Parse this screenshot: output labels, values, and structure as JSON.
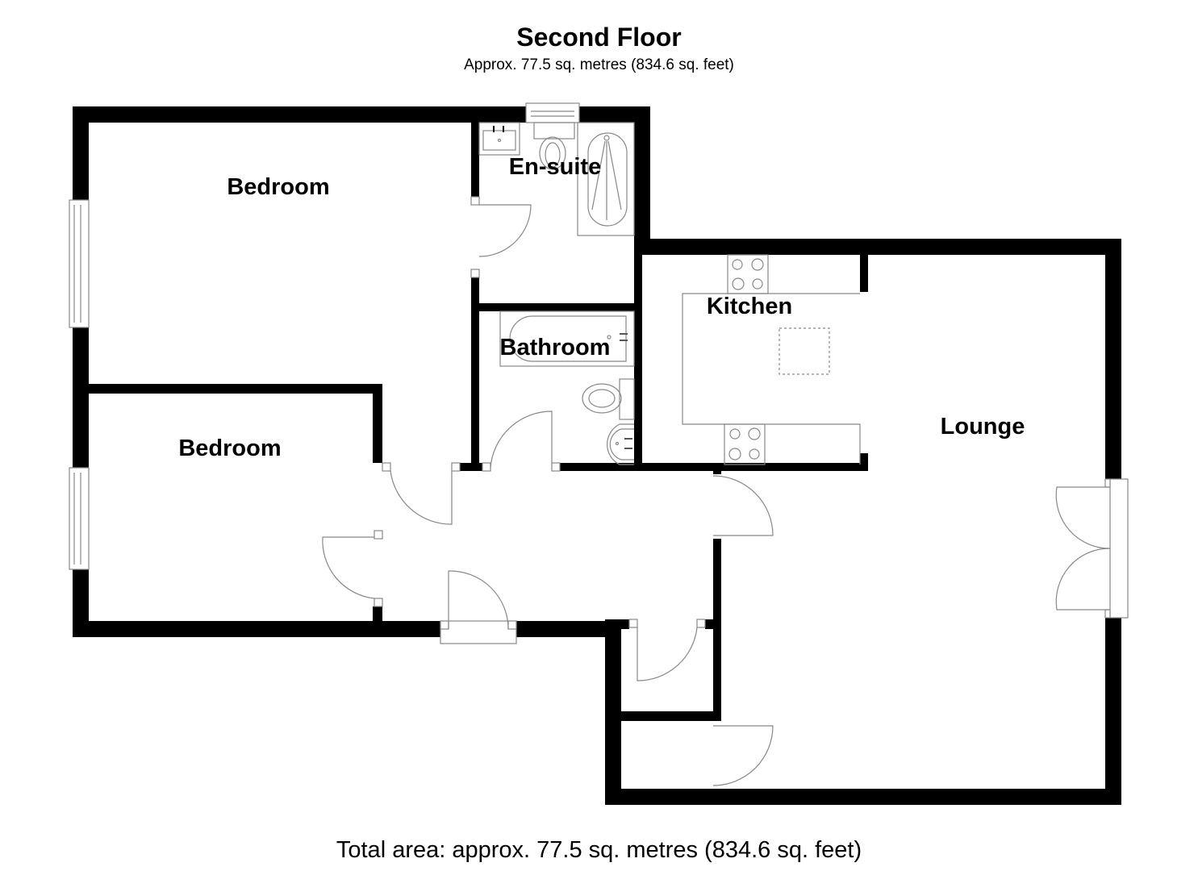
{
  "header": {
    "title": "Second Floor",
    "subtitle": "Approx. 77.5 sq. metres (834.6 sq. feet)"
  },
  "rooms": [
    {
      "id": "bedroom-1",
      "label": "Bedroom"
    },
    {
      "id": "en-suite",
      "label": "En-suite"
    },
    {
      "id": "bathroom",
      "label": "Bathroom"
    },
    {
      "id": "kitchen",
      "label": "Kitchen"
    },
    {
      "id": "bedroom-2",
      "label": "Bedroom"
    },
    {
      "id": "lounge",
      "label": "Lounge"
    }
  ],
  "footer": {
    "total_area": "Total area: approx. 77.5 sq. metres (834.6 sq. feet)"
  },
  "colors": {
    "wall": "#000000",
    "fixture_line": "#888888",
    "background": "#ffffff"
  }
}
